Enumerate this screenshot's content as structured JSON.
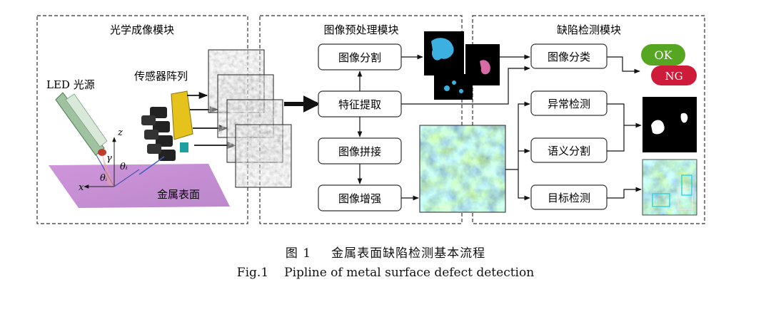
{
  "modules": {
    "optical": {
      "title": "光学成像模块"
    },
    "preprocess": {
      "title": "图像预处理模块"
    },
    "detection": {
      "title": "缺陷检测模块"
    }
  },
  "optical": {
    "led_label": "LED 光源",
    "sensor_label": "传感器阵列",
    "surface_label": "金属表面",
    "axis_z": "z",
    "axis_x": "x",
    "angle_gamma": "γ",
    "angle_theta_i": "θᵢ",
    "angle_theta_1": "θᵢ"
  },
  "preprocess": {
    "segmentation": "图像分割",
    "feature": "特征提取",
    "stitching": "图像拼接",
    "enhancement": "图像增强"
  },
  "detection": {
    "classification": "图像分类",
    "anomaly": "异常检测",
    "semantic": "语义分割",
    "object": "目标检测",
    "ok_label": "OK",
    "ng_label": "NG"
  },
  "caption": {
    "cn_number": "图 1",
    "cn_text": "金属表面缺陷检测基本流程",
    "en_number": "Fig.1",
    "en_text": "Pipline of metal surface defect detection"
  },
  "colors": {
    "ok": "#56a622",
    "ng": "#cf1b3a",
    "plane": "#c98ad6"
  }
}
